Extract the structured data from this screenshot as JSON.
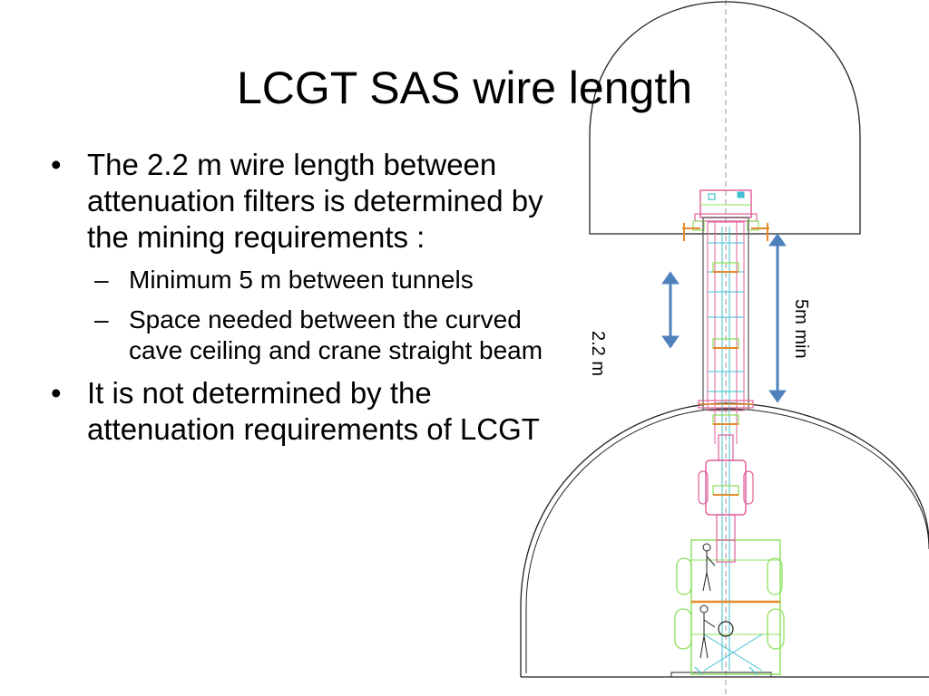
{
  "slide": {
    "title": "LCGT SAS wire length",
    "bullets": [
      {
        "text": "The 2.2 m wire length between attenuation filters is determined by the mining requirements :",
        "sub": [
          "Minimum 5 m between tunnels",
          "Space needed between the curved cave ceiling and crane straight beam"
        ]
      },
      {
        "text": "It is not determined by the attenuation requirements of LCGT",
        "sub": []
      }
    ]
  },
  "diagram": {
    "label_filter_spacing": "2.2 m",
    "label_tunnel_gap": "5m min",
    "colors": {
      "arrow": "#4f81bd",
      "outline": "#222222",
      "pink": "#e0609a",
      "green": "#90e060",
      "cyan": "#3fbfd0",
      "orange": "#e38a2a"
    }
  }
}
